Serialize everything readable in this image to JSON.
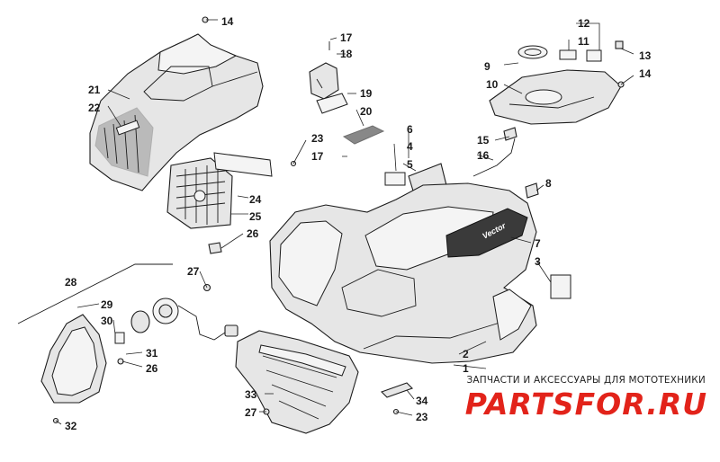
{
  "callouts": [
    {
      "id": "c14a",
      "text": "14"
    },
    {
      "id": "c17a",
      "text": "17"
    },
    {
      "id": "c18",
      "text": "18"
    },
    {
      "id": "c12",
      "text": "12"
    },
    {
      "id": "c11",
      "text": "11"
    },
    {
      "id": "c13",
      "text": "13"
    },
    {
      "id": "c9",
      "text": "9"
    },
    {
      "id": "c14b",
      "text": "14"
    },
    {
      "id": "c10",
      "text": "10"
    },
    {
      "id": "c21",
      "text": "21"
    },
    {
      "id": "c22",
      "text": "22"
    },
    {
      "id": "c19",
      "text": "19"
    },
    {
      "id": "c20",
      "text": "20"
    },
    {
      "id": "c6",
      "text": "6"
    },
    {
      "id": "c23a",
      "text": "23"
    },
    {
      "id": "c4",
      "text": "4"
    },
    {
      "id": "c15",
      "text": "15"
    },
    {
      "id": "c17b",
      "text": "17"
    },
    {
      "id": "c5",
      "text": "5"
    },
    {
      "id": "c16",
      "text": "16"
    },
    {
      "id": "c8",
      "text": "8"
    },
    {
      "id": "c24",
      "text": "24"
    },
    {
      "id": "c25",
      "text": "25"
    },
    {
      "id": "c26a",
      "text": "26"
    },
    {
      "id": "c7",
      "text": "7"
    },
    {
      "id": "c3",
      "text": "3"
    },
    {
      "id": "c28",
      "text": "28"
    },
    {
      "id": "c27a",
      "text": "27"
    },
    {
      "id": "c29",
      "text": "29"
    },
    {
      "id": "c30",
      "text": "30"
    },
    {
      "id": "c31",
      "text": "31"
    },
    {
      "id": "c26b",
      "text": "26"
    },
    {
      "id": "c2",
      "text": "2"
    },
    {
      "id": "c1",
      "text": "1"
    },
    {
      "id": "c33",
      "text": "33"
    },
    {
      "id": "c27b",
      "text": "27"
    },
    {
      "id": "c34",
      "text": "34"
    },
    {
      "id": "c23b",
      "text": "23"
    },
    {
      "id": "c32",
      "text": "32"
    }
  ],
  "decal_text": "Vector",
  "watermark": {
    "tagline": "ЗАПЧАСТИ И АКСЕССУАРЫ ДЛЯ МОТОТЕХНИКИ",
    "logo": "PARTSFOR.RU",
    "logo_color": "#e2231a"
  }
}
